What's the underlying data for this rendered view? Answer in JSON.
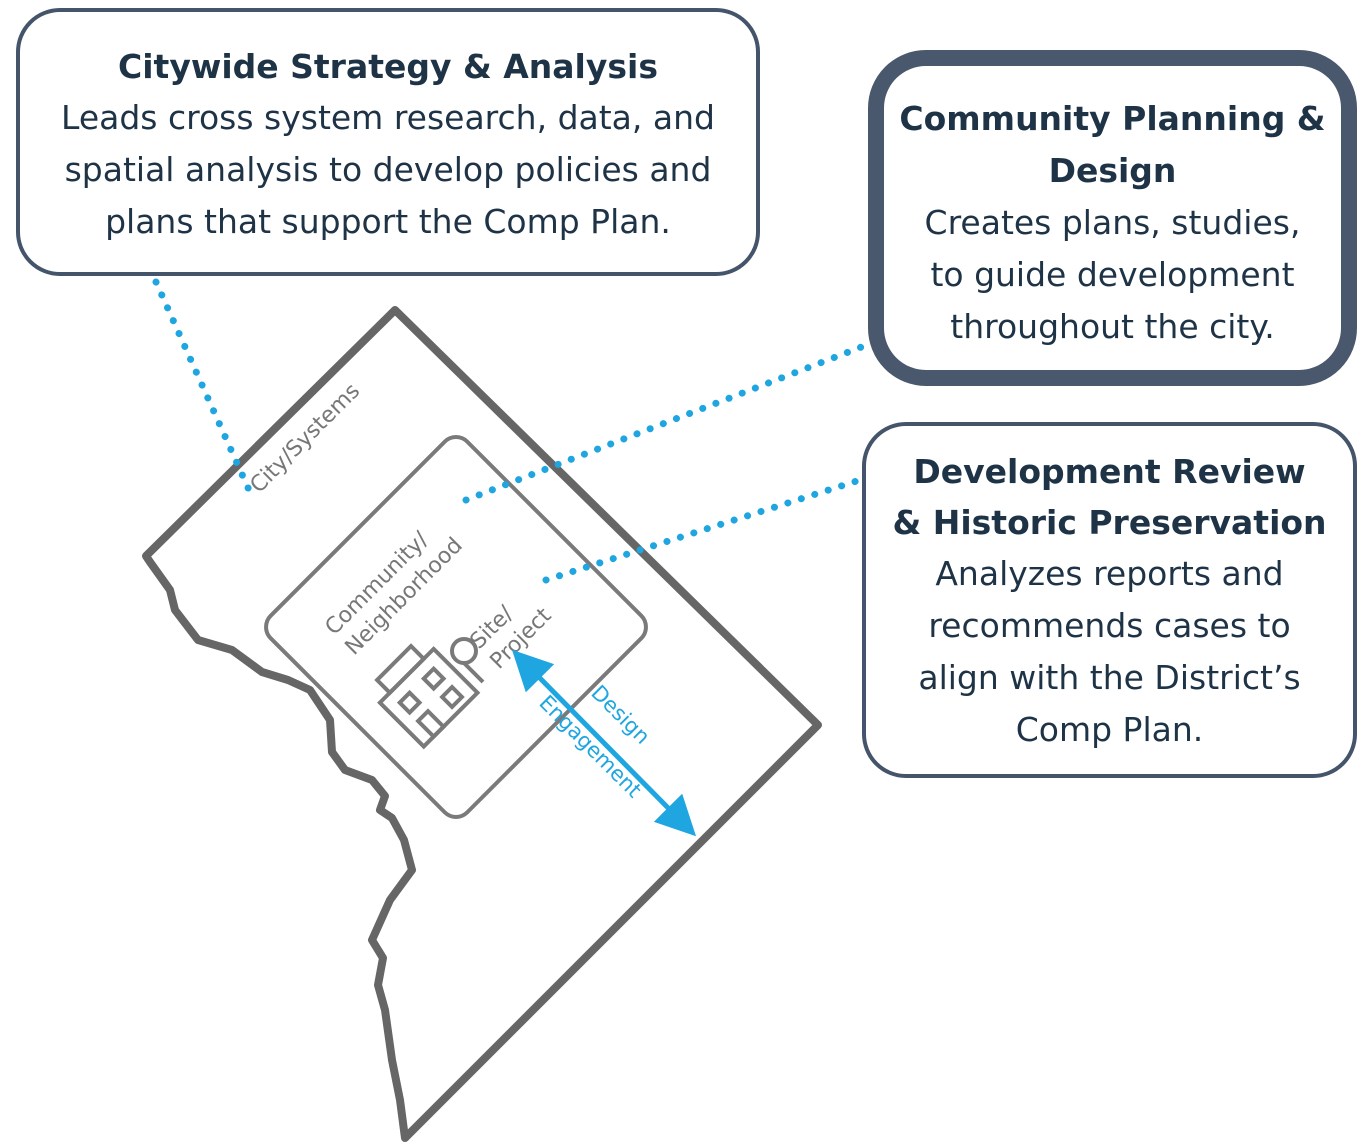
{
  "callouts": {
    "strategy": {
      "title": "Citywide Strategy & Analysis",
      "body": [
        "Leads cross system research, data, and",
        "spatial analysis to develop policies and",
        "plans that support the Comp Plan."
      ]
    },
    "planning": {
      "title": [
        "Community Planning &",
        "Design"
      ],
      "body": [
        "Creates plans, studies,",
        "to guide development",
        "throughout the city."
      ]
    },
    "review": {
      "title": [
        "Development Review",
        "& Historic Preservation"
      ],
      "body": [
        "Analyzes reports and",
        "recommends cases to",
        "align with the District’s",
        "Comp Plan."
      ]
    }
  },
  "map": {
    "outer_label": "City/Systems",
    "inner_label": [
      "Community/",
      "Neighborhood"
    ],
    "site_label": [
      "Site/",
      "Project"
    ],
    "arrow_label": [
      "Design",
      "Engagement"
    ]
  },
  "colors": {
    "accent": "#1fa6e1",
    "callout_border": "#44546a",
    "text_dark": "#1f3347",
    "map_outline": "#666666",
    "map_text": "#777777"
  },
  "icons": [
    "building-icon",
    "tree-icon"
  ]
}
